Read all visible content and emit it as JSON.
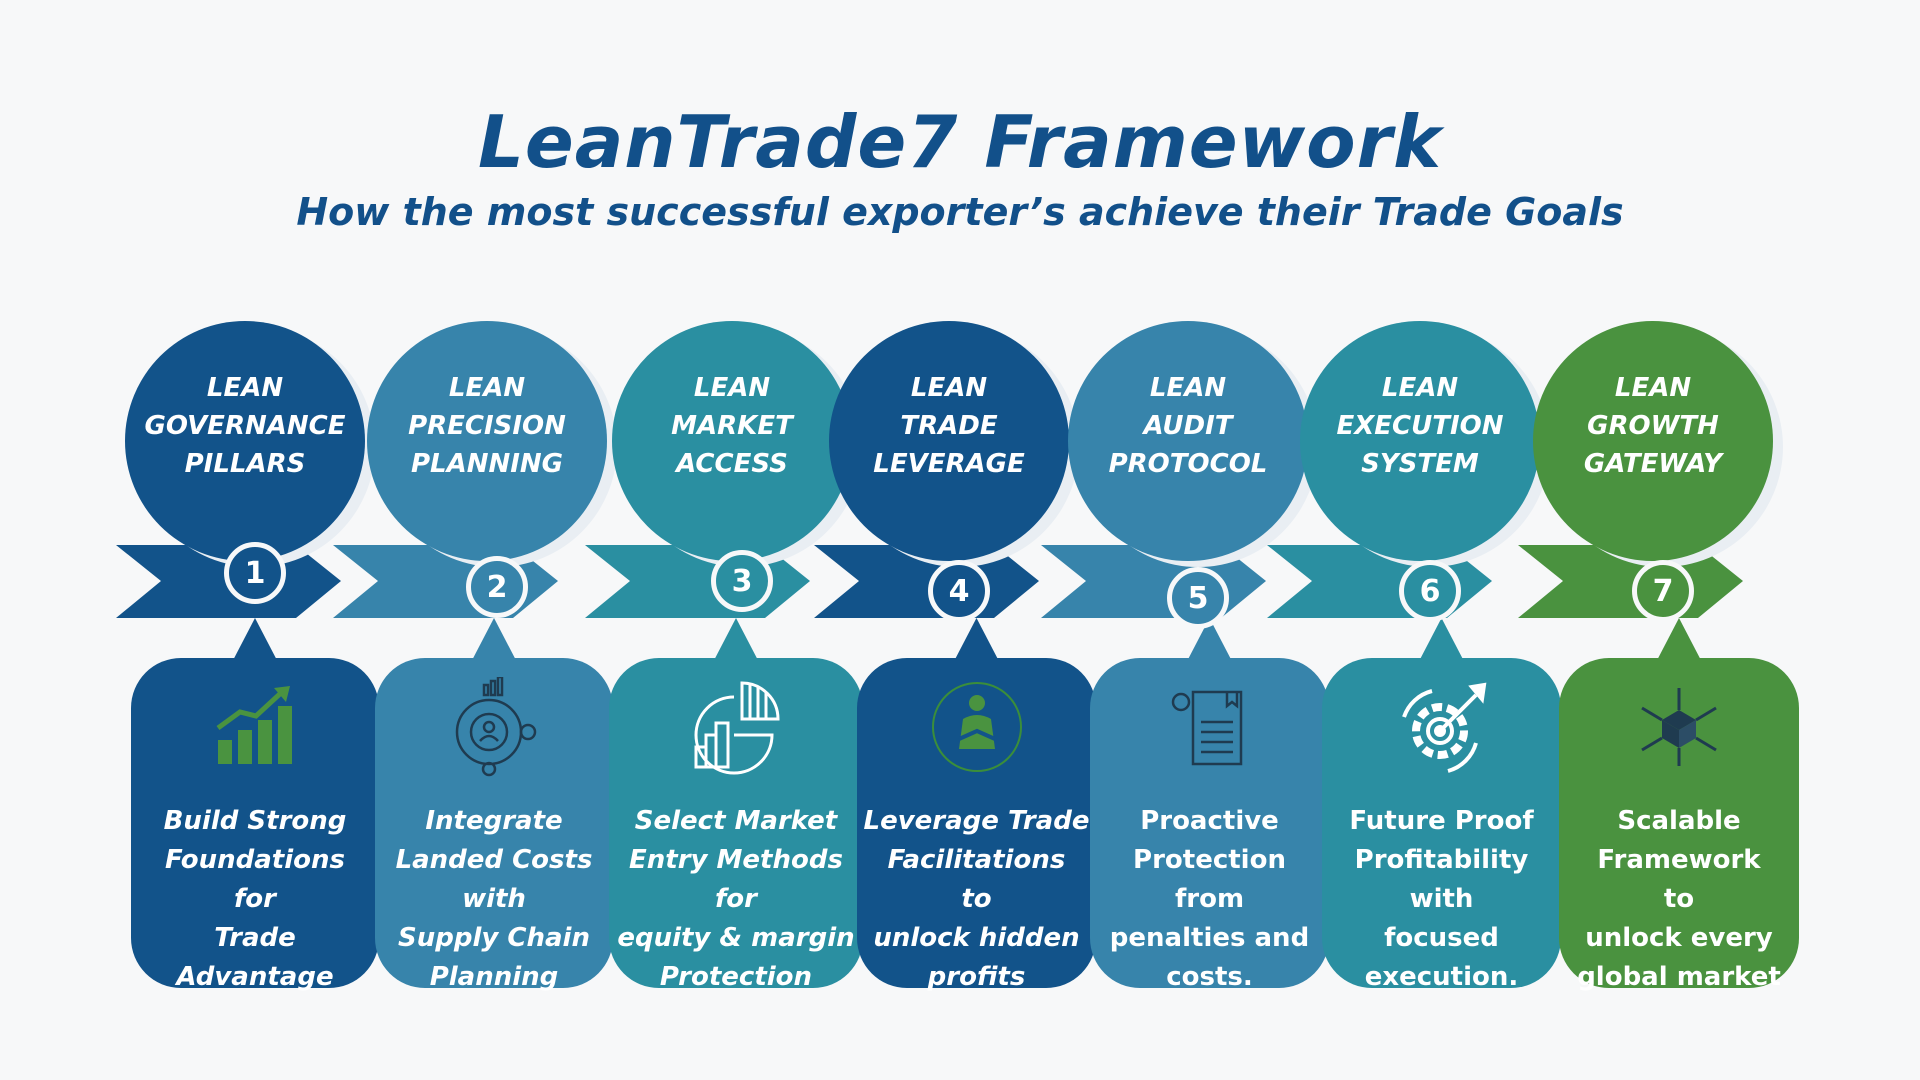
{
  "header": {
    "title": "LeanTrade7 Framework",
    "subtitle": "How the most successful exporter’s achieve their Trade Goals"
  },
  "colors": {
    "dark_blue": "#12538a",
    "mid_blue": "#3784ab",
    "teal": "#2a8fa1",
    "green": "#4a923f",
    "title": "#12508a"
  },
  "steps": [
    {
      "number": "1",
      "title": "LEAN\nGOVERNANCE\nPILLARS",
      "text": "Build Strong\nFoundations\nfor\nTrade\nAdvantage",
      "icon": "growth-chart-icon",
      "color": "#12538a",
      "italic": true
    },
    {
      "number": "2",
      "title": "LEAN\nPRECISION\nPLANNING",
      "text": "Integrate\nLanded Costs\nwith\nSupply Chain\nPlanning",
      "icon": "gear-process-icon",
      "color": "#3784ab",
      "italic": true
    },
    {
      "number": "3",
      "title": "LEAN\nMARKET\nACCESS",
      "text": "Select Market\nEntry Methods\nfor\nequity & margin\nProtection",
      "icon": "pie-bar-chart-icon",
      "color": "#2a8fa1",
      "italic": true
    },
    {
      "number": "4",
      "title": "LEAN\nTRADE\nLEVERAGE",
      "text": "Leverage Trade\nFacilitations\nto\nunlock hidden\nprofits",
      "icon": "handshake-icon",
      "color": "#12538a",
      "italic": true
    },
    {
      "number": "5",
      "title": "LEAN\nAUDIT\nPROTOCOL",
      "text": "Proactive\nProtection\nfrom\npenalties and\ncosts.",
      "icon": "document-audit-icon",
      "color": "#3784ab",
      "italic": false
    },
    {
      "number": "6",
      "title": "LEAN\nEXECUTION\nSYSTEM",
      "text": "Future Proof\nProfitability\nwith\nfocused\nexecution.",
      "icon": "gear-target-icon",
      "color": "#2a8fa1",
      "italic": false
    },
    {
      "number": "7",
      "title": "LEAN\nGROWTH\nGATEWAY",
      "text": "Scalable\nFramework\nto\nunlock every\nglobal market",
      "icon": "network-cube-icon",
      "color": "#4a923f",
      "italic": false
    }
  ]
}
